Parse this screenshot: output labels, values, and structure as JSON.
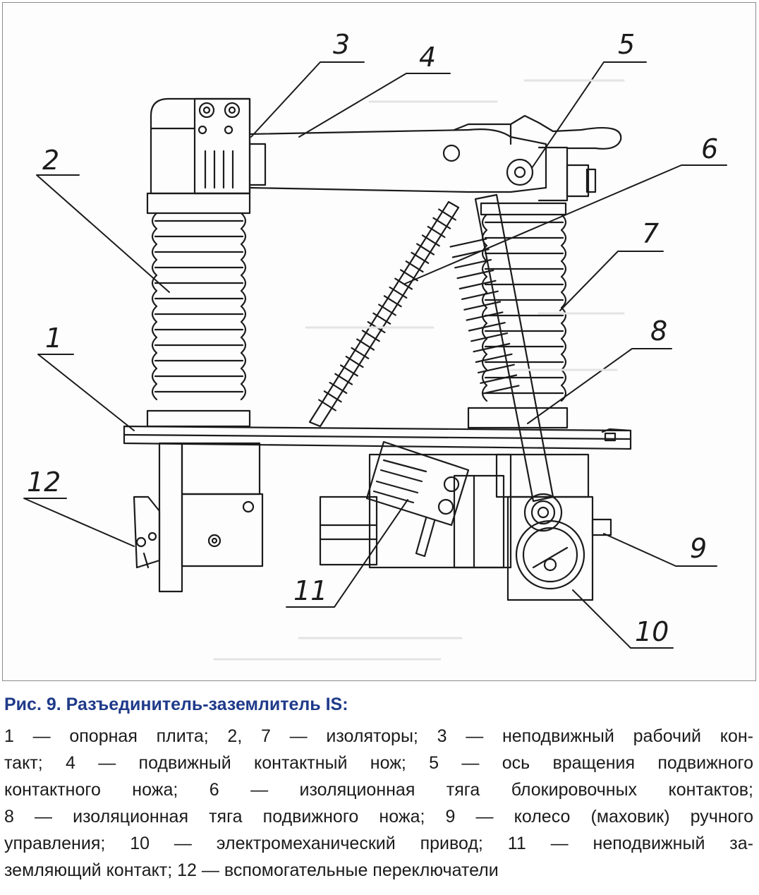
{
  "callouts": [
    "1",
    "2",
    "3",
    "4",
    "5",
    "6",
    "7",
    "8",
    "9",
    "10",
    "11",
    "12"
  ],
  "caption": {
    "title": "Рис. 9. Разъединитель-заземлитель IS:",
    "lines": [
      "1 — опорная плита; 2, 7 — изоляторы; 3 — неподвижный рабочий кон-",
      "такт; 4 — подвижный контактный нож; 5 — ось вращения подвижного",
      "контактного ножа; 6 — изоляционная тяга блокировочных контактов;",
      "8 — изоляционная тяга подвижного ножа; 9 — колесо (маховик) ручного",
      "управления; 10 — электромеханический привод; 11 — неподвижный за-",
      "земляющий контакт; 12 — вспомогательные переключатели"
    ]
  },
  "colors": {
    "caption_title": "#1f3a8a",
    "line_art": "#1b1b1b",
    "background": "#ffffff"
  }
}
